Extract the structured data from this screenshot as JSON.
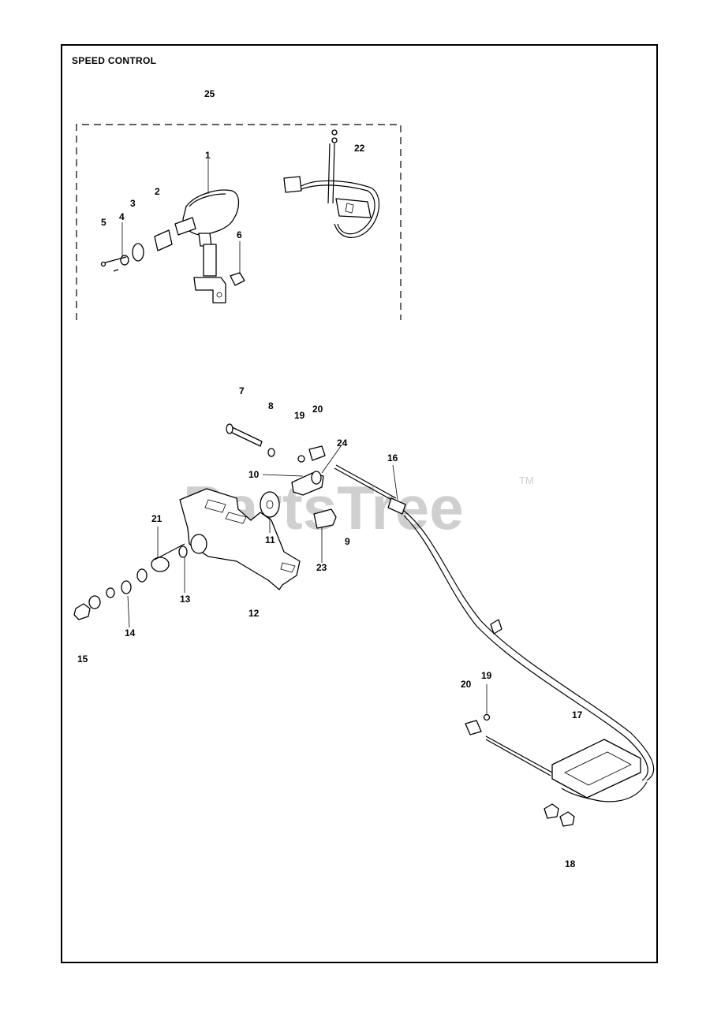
{
  "title": "SPEED CONTROL",
  "watermark": {
    "text": "PartsTree",
    "trademark": "TM"
  },
  "callouts": {
    "c1": "1",
    "c2": "2",
    "c3": "3",
    "c4": "4",
    "c5": "5",
    "c6": "6",
    "c7": "7",
    "c8": "8",
    "c9": "9",
    "c10": "10",
    "c11": "11",
    "c12": "12",
    "c13": "13",
    "c14": "14",
    "c15": "15",
    "c16": "16",
    "c17": "17",
    "c18": "18",
    "c19a": "19",
    "c19b": "19",
    "c20a": "20",
    "c20b": "20",
    "c21": "21",
    "c22": "22",
    "c23": "23",
    "c24": "24",
    "c25": "25"
  }
}
